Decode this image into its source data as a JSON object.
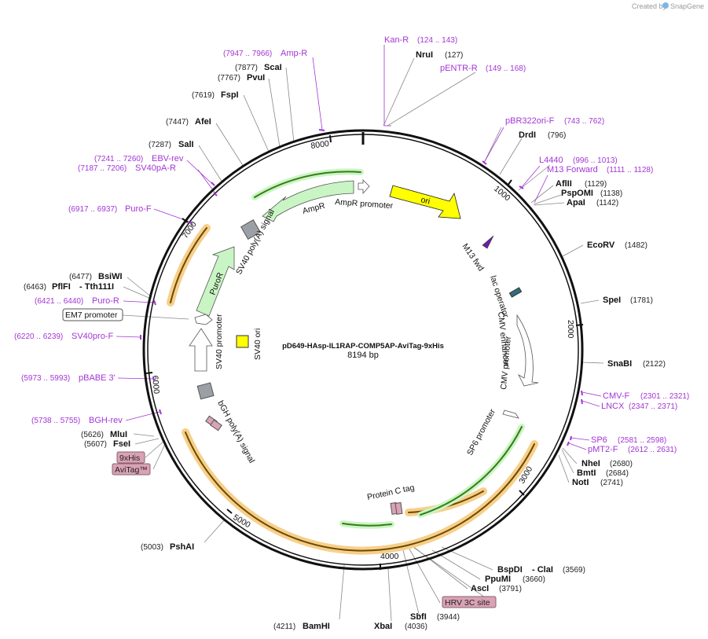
{
  "credit": {
    "created_by": "Created by",
    "brand": "SnapGene"
  },
  "plasmid": {
    "name": "pD649-HAsp-IL1RAP-COMP5AP-AviTag-9xHis",
    "size_label": "8194 bp",
    "length": 8194
  },
  "colors": {
    "primer": "#a335d6",
    "sites": "#111111",
    "backbone": "#111111",
    "ampr": "#c9f5c4",
    "ori": "#ffff00",
    "orf_highlight": "#f7cf8a",
    "gray_box": "#9aa0a6",
    "pink_tag": "#d9a3b5"
  },
  "ruler_ticks": [
    "1000",
    "2000",
    "3000",
    "4000",
    "5000",
    "6000",
    "7000",
    "8000"
  ],
  "sites_right": [
    {
      "name": "NruI",
      "pos": "(127)"
    },
    {
      "name": "DrdI",
      "pos": "(796)"
    },
    {
      "name": "AflII",
      "pos": "(1129)"
    },
    {
      "name": "PspOMI",
      "pos": "(1138)"
    },
    {
      "name": "ApaI",
      "pos": "(1142)"
    },
    {
      "name": "EcoRV",
      "pos": "(1482)"
    },
    {
      "name": "SpeI",
      "pos": "(1781)"
    },
    {
      "name": "SnaBI",
      "pos": "(2122)"
    },
    {
      "name": "NheI",
      "pos": "(2680)"
    },
    {
      "name": "BmtI",
      "pos": "(2684)"
    },
    {
      "name": "NotI",
      "pos": "(2741)"
    }
  ],
  "sites_bottom": [
    {
      "name": "BspDI",
      "sep": "- ClaI",
      "pos": "(3569)"
    },
    {
      "name": "PpuMI",
      "pos": "(3660)"
    },
    {
      "name": "AscI",
      "pos": "(3791)"
    },
    {
      "name": "SbfI",
      "pos": "(3944)"
    },
    {
      "name": "XbaI",
      "pos": "(4036)"
    },
    {
      "name": "BamHI",
      "pos": "(4211)"
    },
    {
      "name": "PshAI",
      "pos": "(5003)"
    }
  ],
  "sites_left": [
    {
      "name": "ScaI",
      "pos": "(7877)"
    },
    {
      "name": "PvuI",
      "pos": "(7767)"
    },
    {
      "name": "FspI",
      "pos": "(7619)"
    },
    {
      "name": "AfeI",
      "pos": "(7447)"
    },
    {
      "name": "SalI",
      "pos": "(7287)"
    },
    {
      "name": "BsiWI",
      "pos": "(6477)"
    },
    {
      "name": "PflFI",
      "sep": "- Tth111I",
      "pos": "(6463)"
    },
    {
      "name": "MluI",
      "pos": "(5626)"
    },
    {
      "name": "FseI",
      "pos": "(5607)"
    }
  ],
  "primers": [
    {
      "name": "Kan-R",
      "range": "(124 .. 143)"
    },
    {
      "name": "pENTR-R",
      "range": "(149 .. 168)"
    },
    {
      "name": "pBR322ori-F",
      "range": "(743 .. 762)"
    },
    {
      "name": "L4440",
      "range": "(996 .. 1013)"
    },
    {
      "name": "M13 Forward",
      "range": "(1111 .. 1128)"
    },
    {
      "name": "CMV-F",
      "range": "(2301 .. 2321)"
    },
    {
      "name": "LNCX",
      "range": "(2347 .. 2371)"
    },
    {
      "name": "SP6",
      "range": "(2581 .. 2598)"
    },
    {
      "name": "pMT2-F",
      "range": "(2612 .. 2631)"
    },
    {
      "name": "Amp-R",
      "range": "(7947 .. 7966)"
    },
    {
      "name": "EBV-rev",
      "range": "(7241 .. 7260)"
    },
    {
      "name": "SV40pA-R",
      "range": "(7187 .. 7206)"
    },
    {
      "name": "Puro-F",
      "range": "(6917 .. 6937)"
    },
    {
      "name": "Puro-R",
      "range": "(6421 .. 6440)"
    },
    {
      "name": "SV40pro-F",
      "range": "(6220 .. 6239)"
    },
    {
      "name": "pBABE 3'",
      "range": "(5973 .. 5993)"
    },
    {
      "name": "BGH-rev",
      "range": "(5738 .. 5755)"
    }
  ],
  "boxed_labels": [
    {
      "name": "EM7 promoter"
    },
    {
      "name": "9xHis"
    },
    {
      "name": "AviTag™"
    },
    {
      "name": "HRV 3C site"
    }
  ],
  "features_inner": [
    {
      "name": "ori"
    },
    {
      "name": "AmpR promoter"
    },
    {
      "name": "AmpR"
    },
    {
      "name": "SV40 poly(A) signal"
    },
    {
      "name": "PuroR"
    },
    {
      "name": "SV40 promoter"
    },
    {
      "name": "SV40 ori"
    },
    {
      "name": "bGH poly(A) signal"
    },
    {
      "name": "M13 fwd"
    },
    {
      "name": "lac operator"
    },
    {
      "name": "CMV enhancer"
    },
    {
      "name": "CMV promoter"
    },
    {
      "name": "SP6 promoter"
    },
    {
      "name": "Protein C tag"
    }
  ]
}
